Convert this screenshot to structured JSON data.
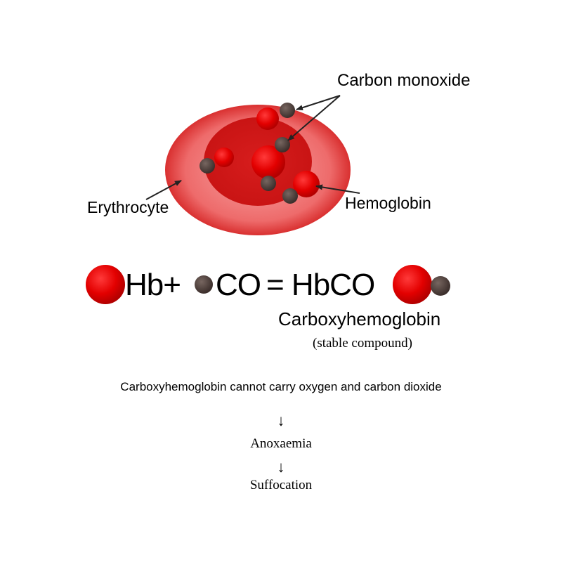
{
  "labels": {
    "carbon_monoxide": "Carbon monoxide",
    "erythrocyte": "Erythrocyte",
    "hemoglobin": "Hemoglobin"
  },
  "equation": {
    "hb": "Hb+",
    "co": "CO",
    "result": "= HbCO"
  },
  "product": {
    "name": "Carboxyhemoglobin",
    "note": "(stable compound)"
  },
  "consequences": {
    "statement": "Carboxyhemoglobin cannot carry oxygen and carbon dioxide",
    "arrow": "↓",
    "steps": [
      "Anoxaemia",
      "Suffocation"
    ]
  },
  "colors": {
    "hemoglobin": "#e00000",
    "carbon_monoxide": "#4a3a36",
    "cell_outer": "#e24a4a",
    "cell_inner": "#d01a1a"
  }
}
